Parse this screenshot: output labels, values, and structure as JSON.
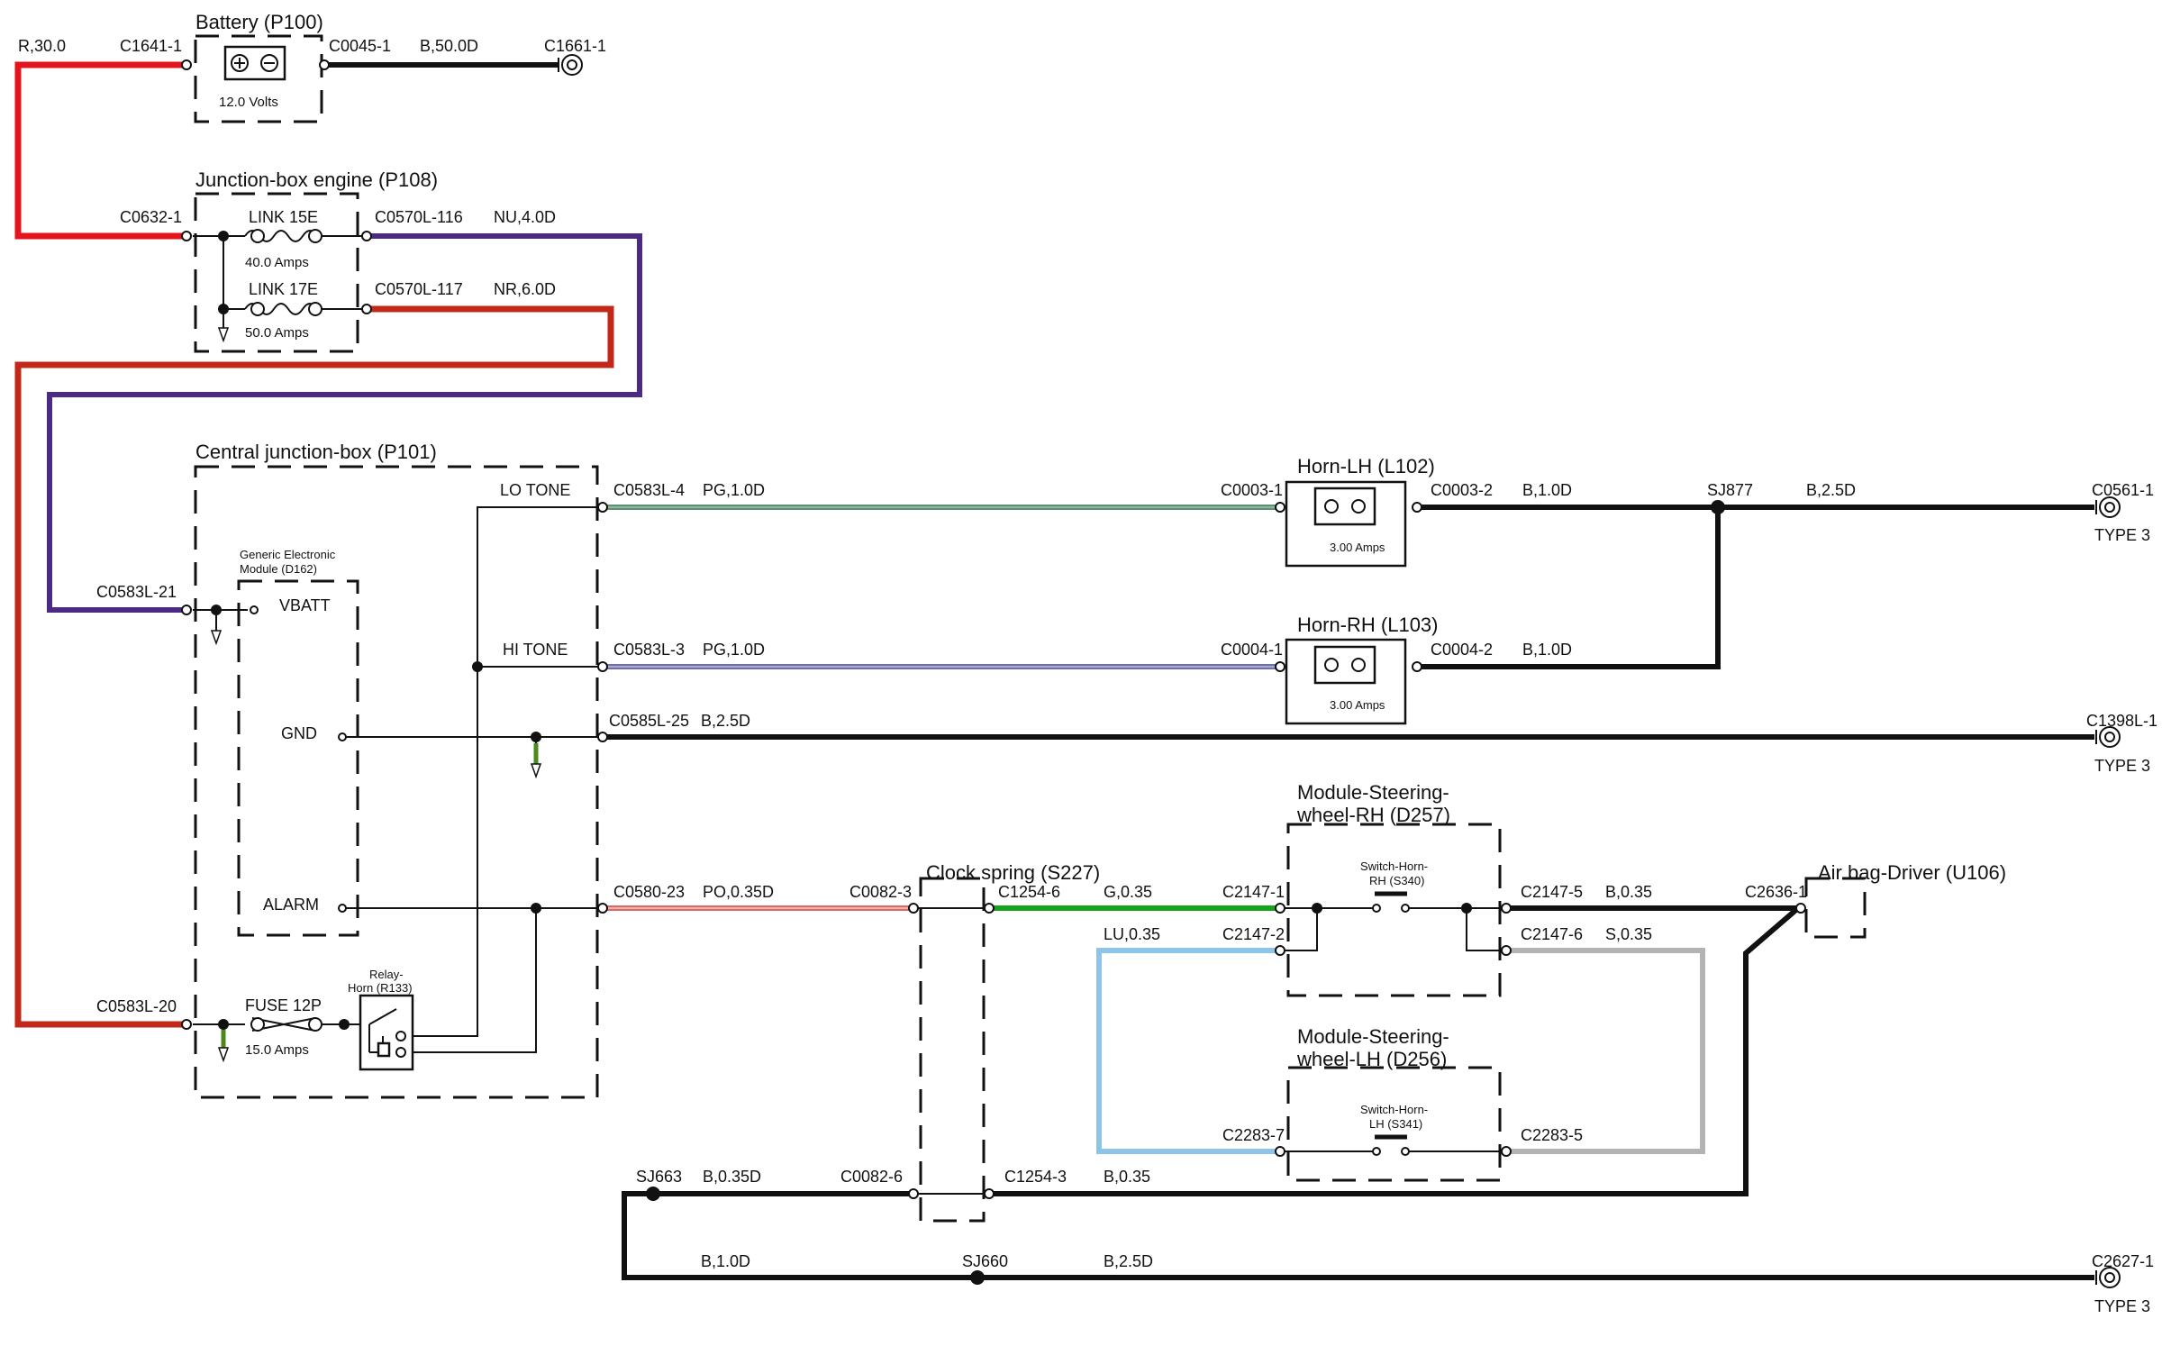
{
  "colors": {
    "red": "#e3141b",
    "dark_red": "#c0281a",
    "purple": "#4b2a86",
    "black": "#111111",
    "pink_green": "#5e8f74",
    "pink_green_core": "#8fb7a0",
    "pink_blue": "#6f6fa8",
    "pink_blue_core": "#a9a9d4",
    "pink_orange": "#d86a6a",
    "pink_orange_core": "#f2b1b1",
    "green": "#14a51c",
    "light_blue": "#8ec4e8",
    "grey": "#b3b3b3",
    "ground_green": "#4b8a1a"
  },
  "components": {
    "battery": {
      "title": "Battery (P100)",
      "value": "12.0 Volts"
    },
    "jbox_engine": {
      "title": "Junction-box engine (P108)",
      "link1": "LINK 15E",
      "link1_rating": "40.0 Amps",
      "link2": "LINK 17E",
      "link2_rating": "50.0 Amps"
    },
    "central_jbox": {
      "title": "Central junction-box (P101)",
      "lo_tone": "LO TONE",
      "hi_tone": "HI TONE",
      "fuse": "FUSE 12P",
      "fuse_rating": "15.0 Amps"
    },
    "gem": {
      "title_line1": "Generic Electronic",
      "title_line2": "Module (D162)",
      "vbatt": "VBATT",
      "gnd": "GND",
      "alarm": "ALARM"
    },
    "relay": {
      "line1": "Relay-",
      "line2": "Horn (R133)"
    },
    "horn_lh": {
      "title": "Horn-LH (L102)",
      "rating": "3.00 Amps"
    },
    "horn_rh": {
      "title": "Horn-RH (L103)",
      "rating": "3.00 Amps"
    },
    "clock_spring": {
      "title": "Clock spring (S227)"
    },
    "msw_rh": {
      "title_line1": "Module-Steering-",
      "title_line2": "wheel-RH (D257)",
      "switch_line1": "Switch-Horn-",
      "switch_line2": "RH (S340)"
    },
    "msw_lh": {
      "title_line1": "Module-Steering-",
      "title_line2": "wheel-LH (D256)",
      "switch_line1": "Switch-Horn-",
      "switch_line2": "LH (S341)"
    },
    "airbag": {
      "title": "Air bag-Driver (U106)"
    }
  },
  "connectors": {
    "c1641_1": "C1641-1",
    "c0045_1": "C0045-1",
    "c1661_1": "C1661-1",
    "c0632_1": "C0632-1",
    "c0570l_116": "C0570L-116",
    "c0570l_117": "C0570L-117",
    "c0583l_4": "C0583L-4",
    "c0583l_3": "C0583L-3",
    "c0583l_21": "C0583L-21",
    "c0583l_20": "C0583L-20",
    "c0585l_25": "C0585L-25",
    "c0580_23": "C0580-23",
    "c0003_1": "C0003-1",
    "c0003_2": "C0003-2",
    "c0004_1": "C0004-1",
    "c0004_2": "C0004-2",
    "c0561_1": "C0561-1",
    "c1398l_1": "C1398L-1",
    "c0082_3": "C0082-3",
    "c0082_6": "C0082-6",
    "c1254_6": "C1254-6",
    "c1254_3": "C1254-3",
    "c2147_1": "C2147-1",
    "c2147_2": "C2147-2",
    "c2147_5": "C2147-5",
    "c2147_6": "C2147-6",
    "c2283_7": "C2283-7",
    "c2283_5": "C2283-5",
    "c2636_1": "C2636-1",
    "c2627_1": "C2627-1",
    "type3": "TYPE 3"
  },
  "splices": {
    "sj877": "SJ877",
    "sj663": "SJ663",
    "sj660": "SJ660"
  },
  "wires": {
    "r_30": "R,30.0",
    "b_50": "B,50.0D",
    "nu_4": "NU,4.0D",
    "nr_6": "NR,6.0D",
    "pg_lo": "PG,1.0D",
    "pg_hi": "PG,1.0D",
    "b_1_lh": "B,1.0D",
    "b_1_rh": "B,1.0D",
    "b_25_horn": "B,2.5D",
    "b_25_gnd": "B,2.5D",
    "po_035": "PO,0.35D",
    "g_035": "G,0.35",
    "lu_035": "LU,0.35",
    "b_035_rh": "B,0.35",
    "s_035": "S,0.35",
    "b_035d": "B,0.35D",
    "b_035_cs": "B,0.35",
    "b_1_bottom": "B,1.0D",
    "b_25_bottom": "B,2.5D"
  }
}
